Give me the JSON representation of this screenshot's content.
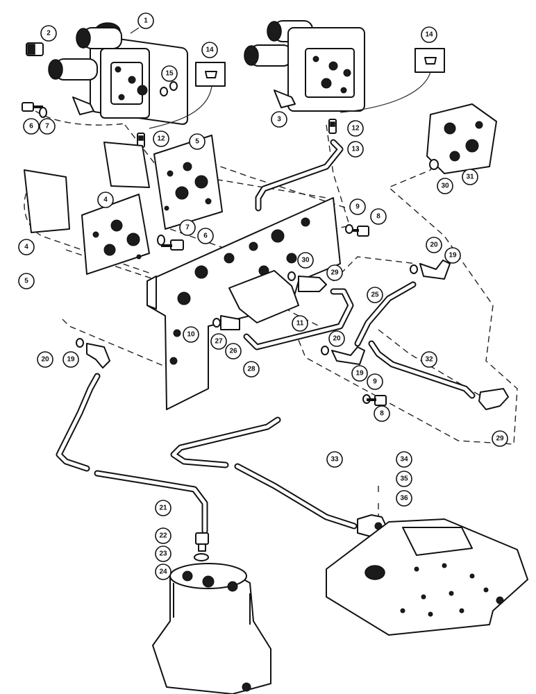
{
  "diagram": {
    "callouts": [
      {
        "id": "c1",
        "label": "1"
      },
      {
        "id": "c2",
        "label": "2"
      },
      {
        "id": "c3",
        "label": "3"
      },
      {
        "id": "c4a",
        "label": "4"
      },
      {
        "id": "c4b",
        "label": "4"
      },
      {
        "id": "c5a",
        "label": "5"
      },
      {
        "id": "c5b",
        "label": "5"
      },
      {
        "id": "c6a",
        "label": "6"
      },
      {
        "id": "c6b",
        "label": "6"
      },
      {
        "id": "c7a",
        "label": "7"
      },
      {
        "id": "c7b",
        "label": "7"
      },
      {
        "id": "c8a",
        "label": "8"
      },
      {
        "id": "c8b",
        "label": "8"
      },
      {
        "id": "c9a",
        "label": "9"
      },
      {
        "id": "c9b",
        "label": "9"
      },
      {
        "id": "c10",
        "label": "10"
      },
      {
        "id": "c11",
        "label": "11"
      },
      {
        "id": "c12a",
        "label": "12"
      },
      {
        "id": "c12b",
        "label": "12"
      },
      {
        "id": "c13",
        "label": "13"
      },
      {
        "id": "c14a",
        "label": "14"
      },
      {
        "id": "c14b",
        "label": "14"
      },
      {
        "id": "c15",
        "label": "15"
      },
      {
        "id": "c19a",
        "label": "19"
      },
      {
        "id": "c19b",
        "label": "19"
      },
      {
        "id": "c19c",
        "label": "19"
      },
      {
        "id": "c20a",
        "label": "20"
      },
      {
        "id": "c20b",
        "label": "20"
      },
      {
        "id": "c20c",
        "label": "20"
      },
      {
        "id": "c21",
        "label": "21"
      },
      {
        "id": "c22",
        "label": "22"
      },
      {
        "id": "c23",
        "label": "23"
      },
      {
        "id": "c24",
        "label": "24"
      },
      {
        "id": "c25",
        "label": "25"
      },
      {
        "id": "c26",
        "label": "26"
      },
      {
        "id": "c27",
        "label": "27"
      },
      {
        "id": "c28",
        "label": "28"
      },
      {
        "id": "c29a",
        "label": "29"
      },
      {
        "id": "c29b",
        "label": "29"
      },
      {
        "id": "c30a",
        "label": "30"
      },
      {
        "id": "c30b",
        "label": "30"
      },
      {
        "id": "c31",
        "label": "31"
      },
      {
        "id": "c32",
        "label": "32"
      },
      {
        "id": "c33",
        "label": "33"
      },
      {
        "id": "c34",
        "label": "34"
      },
      {
        "id": "c35",
        "label": "35"
      },
      {
        "id": "c36",
        "label": "36"
      }
    ]
  }
}
